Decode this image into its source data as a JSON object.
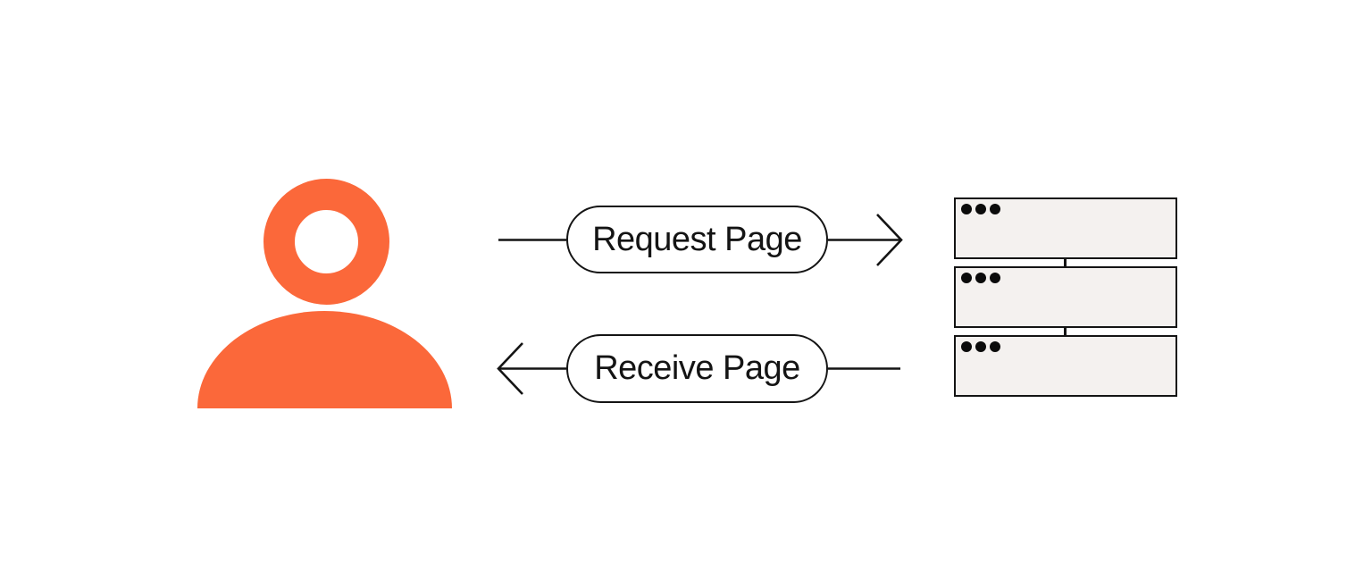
{
  "diagram": {
    "type": "flow",
    "client": {
      "icon": "user-icon",
      "color": "#FB683A"
    },
    "server": {
      "icon": "server-stack-icon",
      "boxes": 3,
      "dots_per_box": 3,
      "fill": "#F4F1EF"
    },
    "flows": [
      {
        "label": "Request Page",
        "from": "user",
        "to": "server",
        "direction": "right"
      },
      {
        "label": "Receive Page",
        "from": "server",
        "to": "user",
        "direction": "left"
      }
    ],
    "colors": {
      "accent_orange": "#FB683A",
      "line_black": "#141414",
      "server_fill": "#F4F1EF",
      "background": "#FFFFFF"
    }
  }
}
